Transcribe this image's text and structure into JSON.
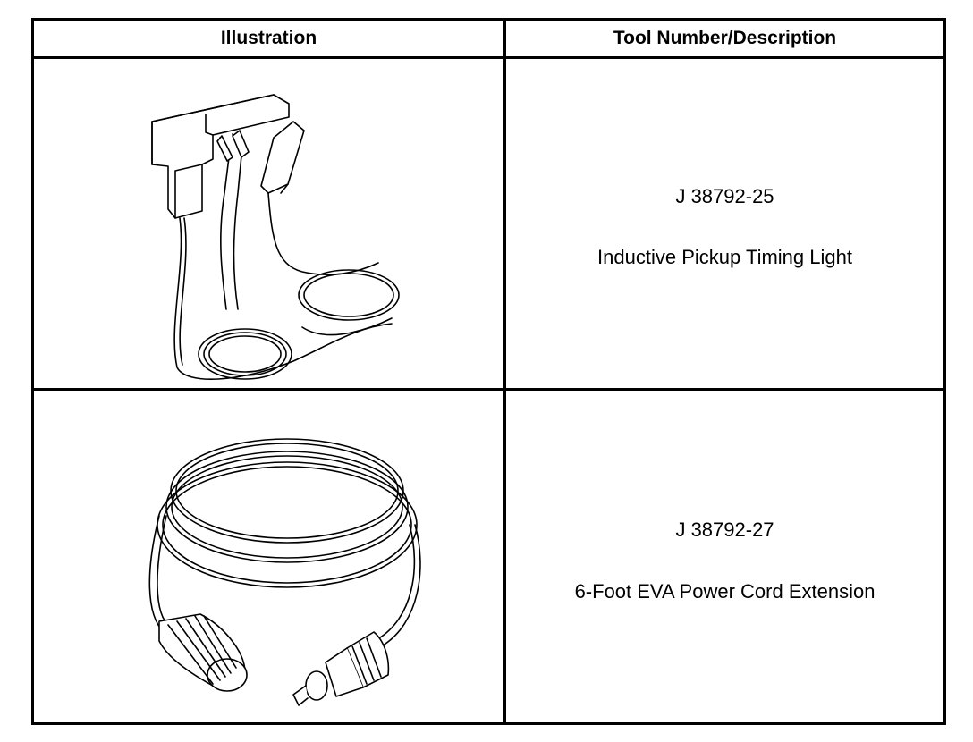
{
  "table": {
    "headers": {
      "illustration": "Illustration",
      "tool": "Tool Number/Description"
    },
    "rows": [
      {
        "number": "J 38792-25",
        "description": "Inductive Pickup Timing Light",
        "illustration_icon": "timing-light-icon"
      },
      {
        "number": "J 38792-27",
        "description": "6-Foot EVA Power Cord Extension",
        "illustration_icon": "power-cord-icon"
      }
    ]
  },
  "colors": {
    "line": "#000000",
    "background": "#ffffff"
  }
}
